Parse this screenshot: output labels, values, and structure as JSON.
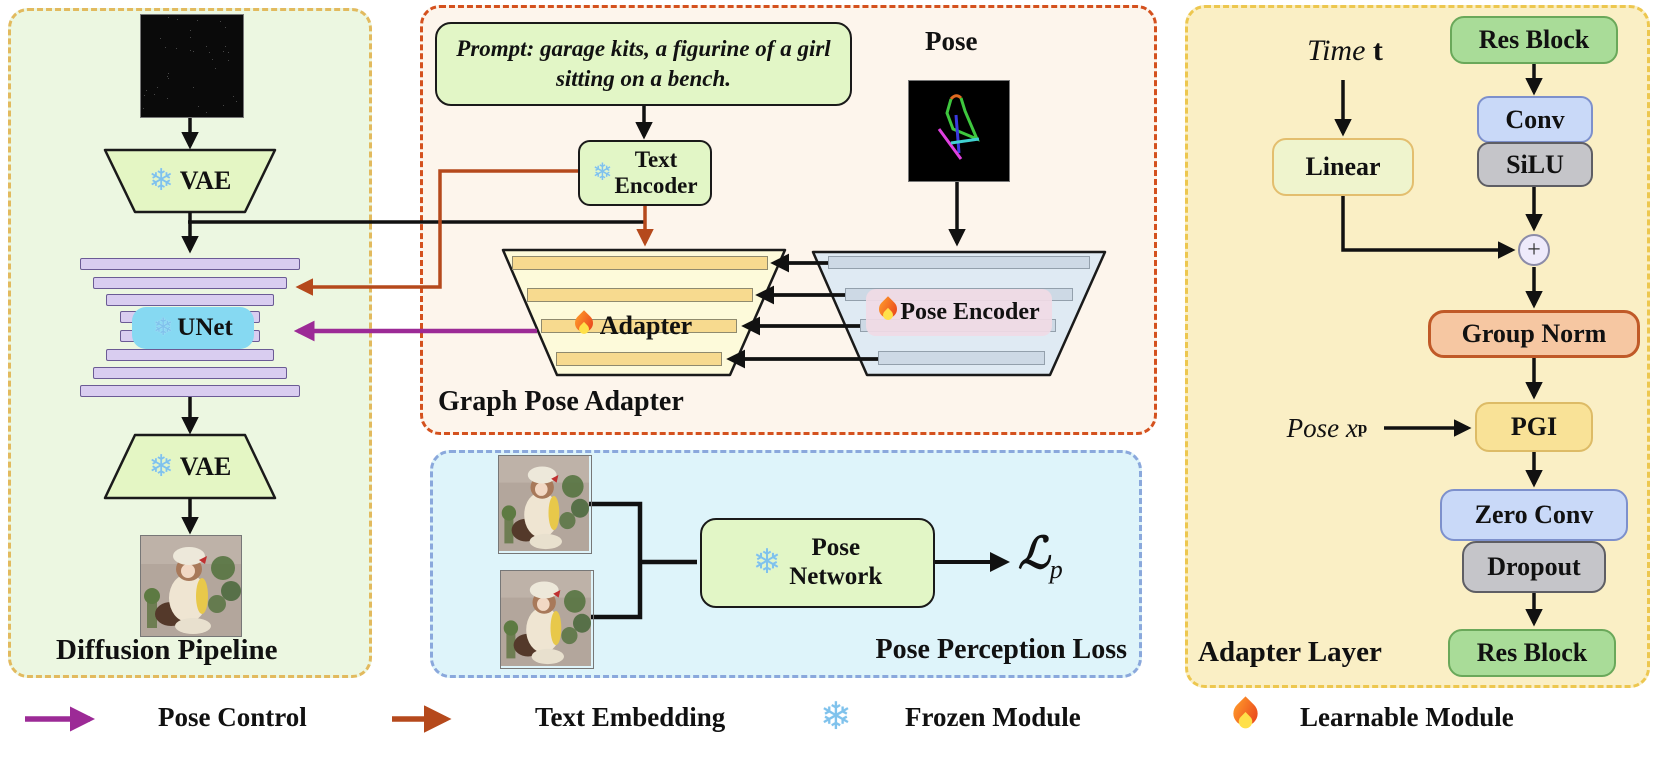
{
  "icons": {
    "snowflake": "❄"
  },
  "colors": {
    "pose_control_arrow": "#9c2a96",
    "text_embedding_arrow": "#b5491c",
    "frozen_snowflake": "#7fc2ec",
    "diffusion_panel_bg": "#ecf7e1",
    "gpa_panel_bg": "#fdf5ec",
    "loss_panel_bg": "#def4fa",
    "adapter_panel_bg": "#faefc5",
    "unet_highlight": "#86d9f2",
    "adapter_bar": "#f7da8f",
    "pose_encoder_bar": "#cdd9e5"
  },
  "diffusion_panel": {
    "title": "Diffusion Pipeline",
    "vae_encoder": "VAE",
    "unet": "UNet",
    "vae_decoder": "VAE"
  },
  "gpa_panel": {
    "title": "Graph Pose Adapter",
    "prompt": "Prompt: garage kits, a figurine of a girl sitting on a bench.",
    "text_encoder_line1": "Text",
    "text_encoder_line2": "Encoder",
    "pose_label": "Pose",
    "adapter": "Adapter",
    "pose_encoder": "Pose Encoder"
  },
  "loss_panel": {
    "title": "Pose Perception Loss",
    "network_line1": "Pose",
    "network_line2": "Network",
    "loss_symbol": "ℒ",
    "loss_sub": "p"
  },
  "adapter_panel": {
    "title": "Adapter Layer",
    "time_italic": "Time",
    "time_bold": "t",
    "linear": "Linear",
    "res_block_top": "Res Block",
    "conv": "Conv",
    "silu": "SiLU",
    "plus": "+",
    "group_norm": "Group Norm",
    "pose_x_italic": "Pose x",
    "pose_x_sub": "p",
    "pgi": "PGI",
    "zero_conv": "Zero Conv",
    "dropout": "Dropout",
    "res_block_bottom": "Res Block"
  },
  "legend": {
    "pose_control": "Pose Control",
    "text_embedding": "Text Embedding",
    "frozen": "Frozen Module",
    "learnable": "Learnable Module"
  }
}
